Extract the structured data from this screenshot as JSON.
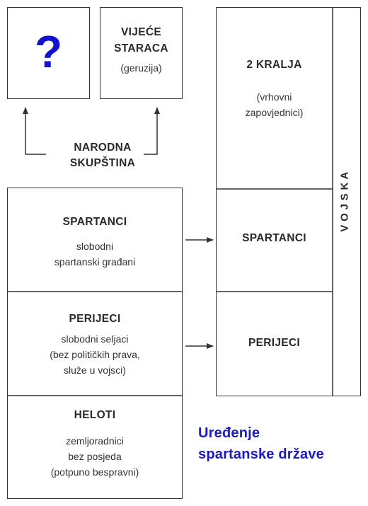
{
  "top": {
    "unknown_symbol": "?",
    "council": {
      "title_line1": "VIJEĆE",
      "title_line2": "STARACA",
      "subtitle": "(geruzija)"
    }
  },
  "assembly": {
    "line1": "NARODNA",
    "line2": "SKUPŠTINA"
  },
  "left": {
    "spartanci": {
      "title": "SPARTANCI",
      "line1": "slobodni",
      "line2": "spartanski građani"
    },
    "perijeci": {
      "title": "PERIJECI",
      "line1": "slobodni seljaci",
      "line2": "(bez političkih prava,",
      "line3": "služe u vojsci)"
    },
    "heloti": {
      "title": "HELOTI",
      "line1": "zemljoradnici",
      "line2": "bez posjeda",
      "line3": "(potpuno bespravni)"
    }
  },
  "right": {
    "kings": {
      "title": "2 KRALJA",
      "line1": "(vrhovni",
      "line2": "zapovjednici)"
    },
    "spartanci": {
      "title": "SPARTANCI"
    },
    "perijeci": {
      "title": "PERIJECI"
    },
    "army": "V O J S K A"
  },
  "caption": {
    "line1": "Uređenje",
    "line2": "spartanske države"
  },
  "colors": {
    "line": "#333333",
    "accent": "#1a1ad0"
  }
}
